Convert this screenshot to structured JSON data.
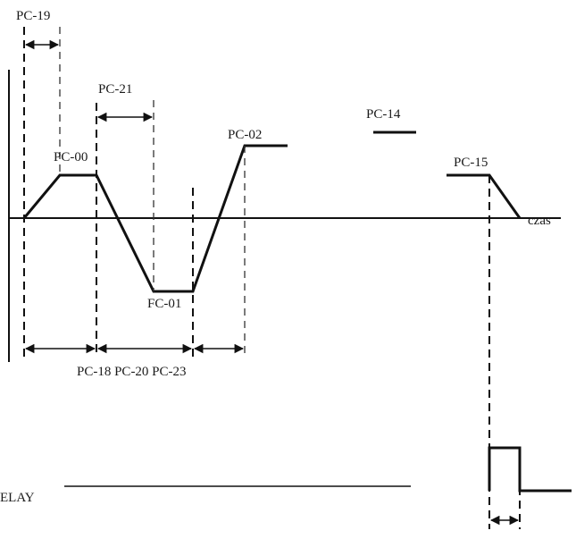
{
  "labels": {
    "pc19": "PC-19",
    "pc21": "PC-21",
    "pc14": "PC-14",
    "pc02": "PC-02",
    "pc00": "PC-00",
    "pc15": "PC-15",
    "fc01": "FC-01",
    "time_axis": "czas",
    "bottom_intervals": "PC-18 PC-20 PC-23",
    "relay": "ELAY"
  }
}
